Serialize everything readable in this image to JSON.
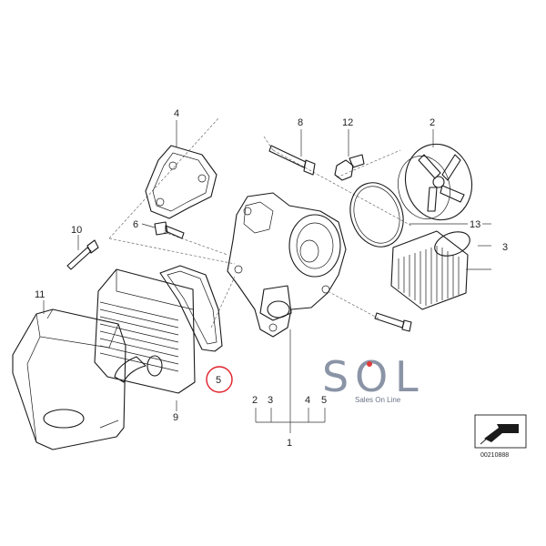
{
  "diagram": {
    "callouts": {
      "c1": "1",
      "c2a": "2",
      "c2b": "2",
      "c3a": "3",
      "c3b": "3",
      "c4a": "4",
      "c4b": "4",
      "c5a": "5",
      "c5b": "5",
      "c6": "6",
      "c8": "8",
      "c9": "9",
      "c10": "10",
      "c11": "11",
      "c12": "12",
      "c13": "13"
    },
    "highlight_color": "#e0202a",
    "catalog_number": "00210888"
  },
  "logo": {
    "letter_s": "S",
    "letter_o": "O",
    "letter_l": "L",
    "tagline": "Sales On Line",
    "accent": "#e23a3a"
  }
}
